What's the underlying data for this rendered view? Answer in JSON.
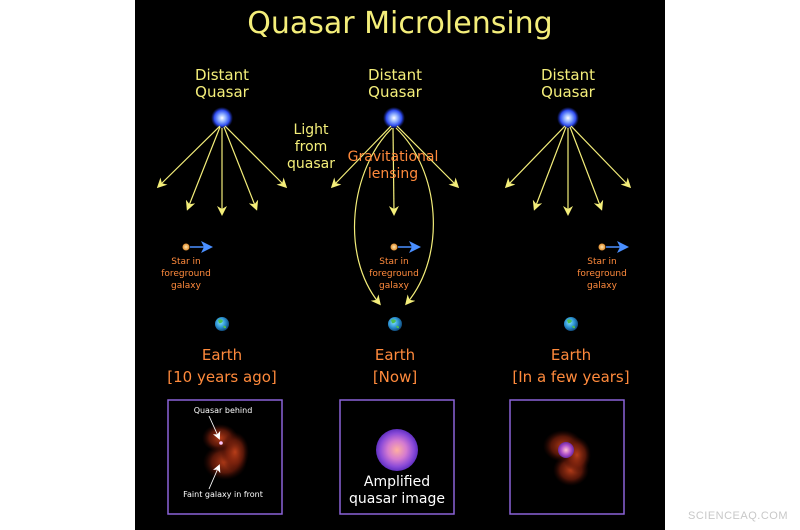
{
  "title": "Quasar Microlensing",
  "colors": {
    "title": "#f4ee7a",
    "label_yellow": "#f4ee7a",
    "label_orange": "#ff8a3c",
    "background": "#000000",
    "panel_border": "#8a62d8"
  },
  "columns": [
    {
      "quasar_label": [
        "Distant",
        "Quasar"
      ],
      "star_label": [
        "Star in",
        "foreground",
        "galaxy"
      ],
      "earth_label": "Earth",
      "time_label": "[10 years ago]",
      "panel": {
        "callout_top": "Quasar behind",
        "callout_bottom": "Faint galaxy in front",
        "caption": []
      }
    },
    {
      "quasar_label": [
        "Distant",
        "Quasar"
      ],
      "star_label": [
        "Star in",
        "foreground",
        "galaxy"
      ],
      "earth_label": "Earth",
      "time_label": "[Now]",
      "lensing_label": [
        "Gravitational",
        "lensing"
      ],
      "panel": {
        "caption": [
          "Amplified",
          "quasar image"
        ]
      }
    },
    {
      "quasar_label": [
        "Distant",
        "Quasar"
      ],
      "star_label": [
        "Star in",
        "foreground",
        "galaxy"
      ],
      "earth_label": "Earth",
      "time_label": "[In a few years]",
      "panel": {
        "caption": []
      }
    }
  ],
  "light_label": [
    "Light",
    "from",
    "quasar"
  ],
  "watermark": "SCIENCEAQ.COM",
  "icons": [
    "quasar-icon",
    "star-icon",
    "motion-arrow-icon",
    "earth-icon"
  ]
}
